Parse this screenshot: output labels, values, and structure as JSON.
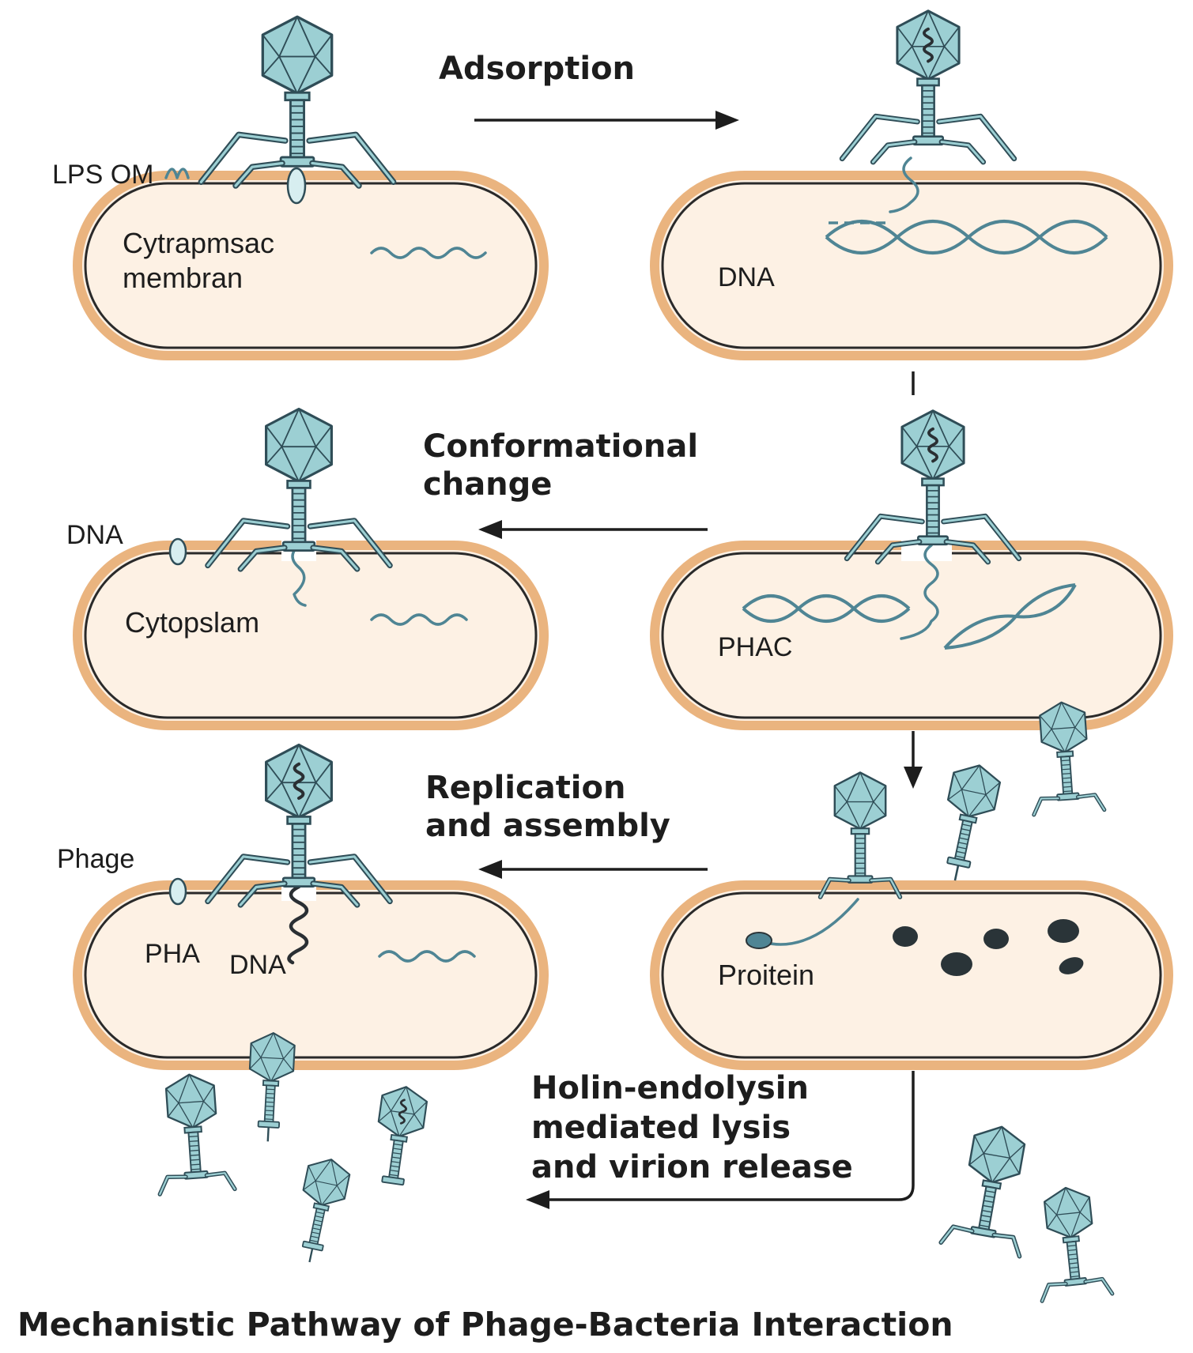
{
  "title": "Mechanistic Pathway of Phage-Bacteria Interaction",
  "steps": {
    "adsorption": "Adsorption",
    "conformational_1": "Conformational",
    "conformational_2": "change",
    "replication_1": "Replication",
    "replication_2": "and assembly",
    "lysis_1": "Holin-endolysin",
    "lysis_2": "mediated lysis",
    "lysis_3": "and virion release"
  },
  "labels": {
    "lps_om": "LPS OM",
    "cytrapmsac": "Cytrapmsac",
    "membran": "membran",
    "dna_1": "DNA",
    "dna_2": "DNA",
    "cytopslam": "Cytopslam",
    "phac": "PHAC",
    "phage": "Phage",
    "pha": "PHA",
    "dna_3": "DNA",
    "proitein": "Proitein"
  },
  "colors": {
    "capsid": "#9ccfd3",
    "outline": "#2f4d57",
    "membrane": "#eab47f",
    "cytoplasm": "#fdf1e4",
    "dna": "#4f8594"
  }
}
